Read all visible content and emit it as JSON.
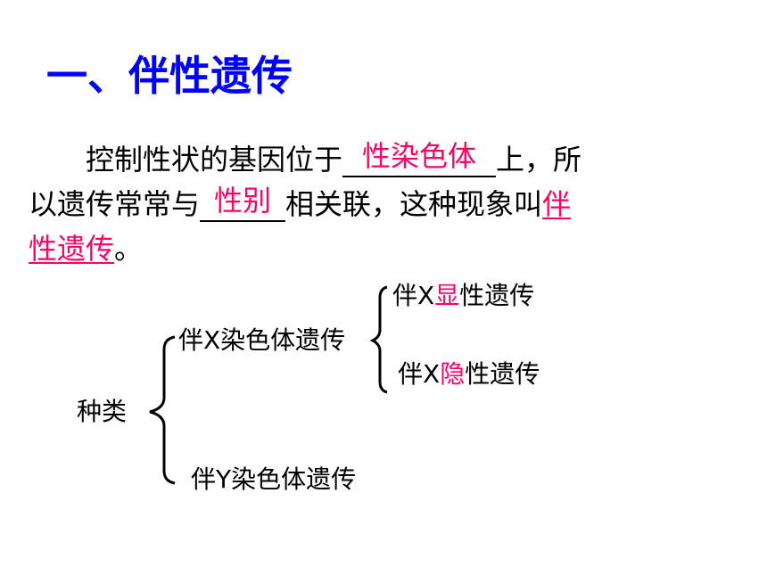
{
  "title": "一、伴性遗传",
  "paragraph": {
    "line1_before": "控制性状的基因位于",
    "blank1_answer": "性染色体",
    "line1_after": "上，所",
    "line2_before": "以遗传常常与",
    "blank2_answer": "性别",
    "line2_after": "相关联，这种现象叫",
    "highlight_part1": "伴",
    "highlight_part2": "性遗传",
    "line3_after": "。"
  },
  "tree": {
    "root": "种类",
    "branch_x": "伴X染色体遗传",
    "branch_y": "伴Y染色体遗传",
    "x_dominant": {
      "prefix": "伴X",
      "key": "显",
      "suffix": "性遗传"
    },
    "x_recessive": {
      "prefix": "伴X",
      "key": "隐",
      "suffix": "性遗传"
    }
  },
  "colors": {
    "title": "#0000ff",
    "answer": "#ff0066",
    "text": "#000000"
  }
}
